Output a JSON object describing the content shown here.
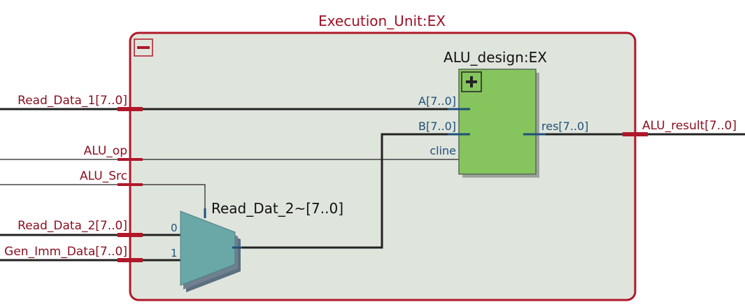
{
  "colors": {
    "background": "#ffffff",
    "outer_border": "#b0182a",
    "outer_fill": "#dfe5dc",
    "alu_fill": "#86c45e",
    "alu_border": "#5a6a5a",
    "mux_fill": "#6aa7a7",
    "mux_shadow": "#5b6f80",
    "wire": "#222222",
    "pin_label": "#8a1020",
    "port_label": "#1f4f7a",
    "port_stub": "#1f4f7a",
    "pin_marker": "#b0182a"
  },
  "outer_block": {
    "title": "Execution_Unit:EX",
    "collapse_icon": "minus-icon"
  },
  "inputs": {
    "read_data_1": "Read_Data_1[7..0]",
    "alu_op": "ALU_op",
    "alu_src": "ALU_Src",
    "read_data_2": "Read_Data_2[7..0]",
    "gen_imm_data": "Gen_Imm_Data[7..0]"
  },
  "output": {
    "alu_result": "ALU_result[7..0]"
  },
  "alu_block": {
    "title": "ALU_design:EX",
    "expand_icon": "plus-icon",
    "port_a": "A[7..0]",
    "port_b": "B[7..0]",
    "port_cline": "cline",
    "port_res": "res[7..0]"
  },
  "mux": {
    "label": "Read_Dat_2~[7..0]",
    "input_0": "0",
    "input_1": "1"
  }
}
